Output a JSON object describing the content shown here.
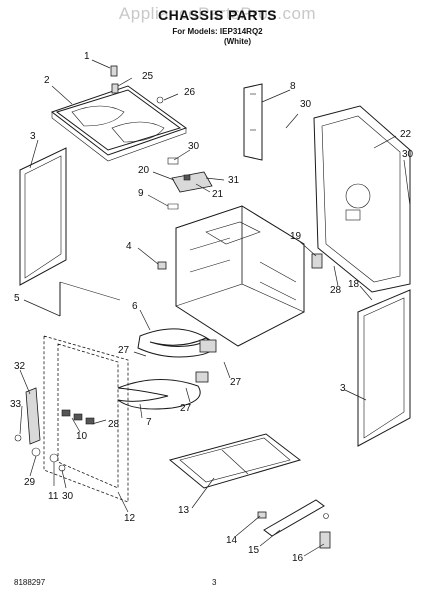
{
  "header": {
    "watermark": "AppliancePartsPros.com",
    "title": "CHASSIS PARTS",
    "models_line": "For Models: IEP314RQ2",
    "color_line": "(White)"
  },
  "footer": {
    "doc_number": "8188297",
    "page_number": "3"
  },
  "callouts": [
    "1",
    "25",
    "2",
    "26",
    "8",
    "30",
    "3",
    "22",
    "30",
    "30",
    "20",
    "31",
    "9",
    "21",
    "4",
    "19",
    "28",
    "5",
    "18",
    "6",
    "27",
    "27",
    "3",
    "32",
    "33",
    "10",
    "28",
    "7",
    "27",
    "29",
    "11",
    "30",
    "13",
    "12",
    "14",
    "15",
    "16"
  ]
}
